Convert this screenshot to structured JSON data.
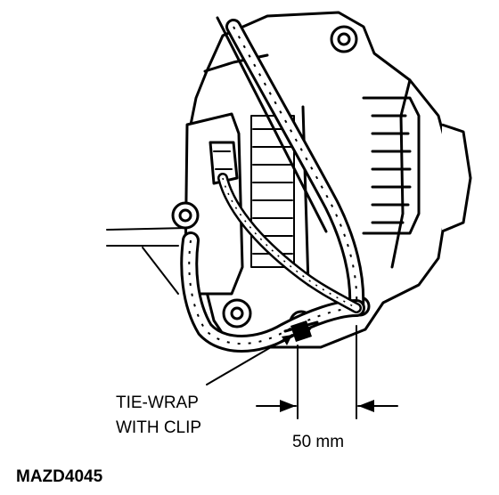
{
  "labels": {
    "callout_line1": "TIE-WRAP",
    "callout_line2": "WITH CLIP",
    "dimension": "50 mm",
    "figure_code": "MAZD4045"
  }
}
